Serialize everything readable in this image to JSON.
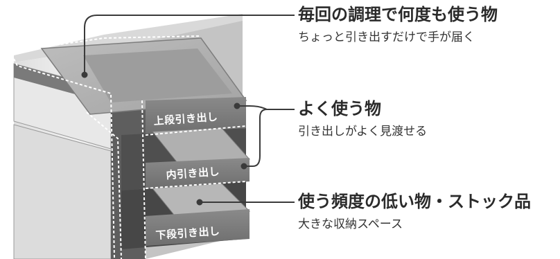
{
  "colors": {
    "leader_line": "#3a3a3a",
    "dashed_outline": "#ffffff",
    "drawer_label_text": "#ffffff",
    "heading_text": "#2a2a2a",
    "body_text": "#333333"
  },
  "drawers": [
    {
      "label": "上段引き出し"
    },
    {
      "label": "内引き出し"
    },
    {
      "label": "下段引き出し"
    }
  ],
  "callouts": [
    {
      "heading": "毎回の調理で何度も使う物",
      "description": "ちょっと引き出すだけで手が届く"
    },
    {
      "heading": "よく使う物",
      "description": "引き出しがよく見渡せる"
    },
    {
      "heading": "使う頻度の低い物・ストック品",
      "description": "大きな収納スペース"
    }
  ]
}
